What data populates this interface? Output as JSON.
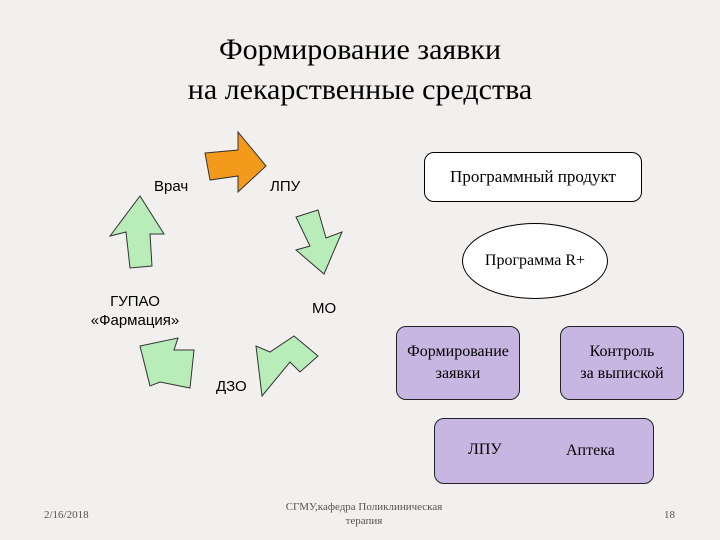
{
  "title": {
    "line1": "Формирование заявки",
    "line2": "на лекарственные средства"
  },
  "cycle": {
    "doctor": "Врач",
    "lpu": "ЛПУ",
    "mo": "МО",
    "dzo": "ДЗО",
    "gupao_line1": "ГУПАО",
    "gupao_line2": "«Фармация»"
  },
  "software_box": "Программный продукт",
  "program_ellipse": "Программа R+",
  "formation_box": {
    "line1": "Формирование",
    "line2": "заявки"
  },
  "control_box": {
    "line1": "Контроль",
    "line2": "за выпиской"
  },
  "exchange_box": {
    "left": "ЛПУ",
    "right": "Аптека"
  },
  "footer": {
    "date": "2/16/2018",
    "center_line1": "СГМУ,кафедра Поликлиническая",
    "center_line2": "терапия",
    "page": "18"
  },
  "colors": {
    "arrow_orange": "#f39a1c",
    "arrow_green": "#b8ecb8",
    "box_purple": "#c8b6e2",
    "double_arrow": "#7a1a8a",
    "background": "#f2f0ee"
  }
}
